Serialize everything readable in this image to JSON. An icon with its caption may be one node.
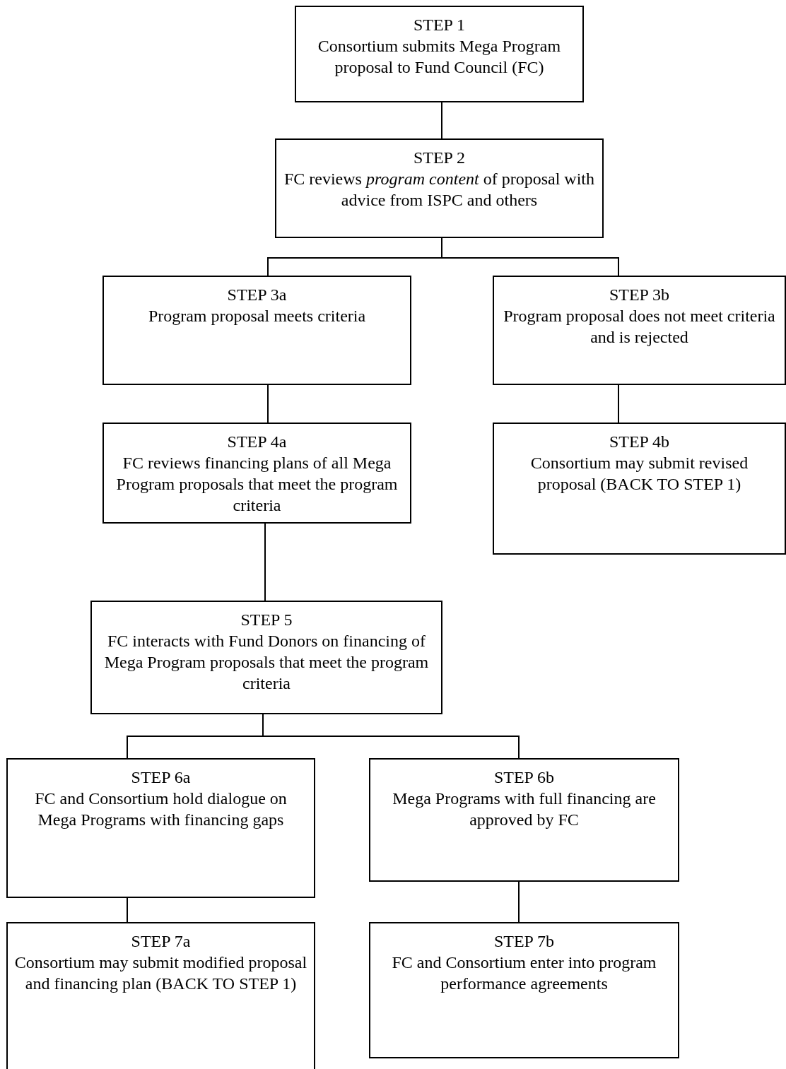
{
  "diagram": {
    "nodes": [
      {
        "text": [
          "STEP 1",
          "Consortium submits Mega Program proposal to Fund Council (FC)"
        ]
      },
      {
        "text": [
          "STEP 2",
          "FC reviews *program content* of proposal with advice from ISPC and others"
        ]
      },
      {
        "text": [
          "STEP 3a",
          "Program proposal meets criteria"
        ]
      },
      {
        "text": [
          "STEP 3b",
          "Program proposal does not meet criteria and is rejected"
        ]
      },
      {
        "text": [
          "STEP 4a",
          "FC reviews financing plans of all Mega Program proposals that meet the program criteria"
        ]
      },
      {
        "text": [
          "STEP 4b",
          "Consortium may submit revised proposal (BACK TO STEP 1)"
        ]
      },
      {
        "text": [
          "STEP 5",
          "FC interacts with Fund Donors on financing of Mega Program proposals that meet the program criteria"
        ]
      },
      {
        "text": [
          "STEP 6a",
          "FC and Consortium hold dialogue on Mega Programs with financing gaps"
        ]
      },
      {
        "text": [
          "STEP 6b",
          "Mega Programs with full financing are approved by FC"
        ]
      },
      {
        "text": [
          "STEP 7a",
          "Consortium may submit modified proposal and financing plan (BACK TO STEP 1)"
        ]
      },
      {
        "text": [
          "STEP 7b",
          "FC and Consortium enter into program performance agreements"
        ]
      }
    ],
    "edges": [
      {
        "from": 0,
        "to": 1,
        "arrow": "none"
      },
      {
        "from": 1,
        "to": 2,
        "arrow": "none"
      },
      {
        "from": 1,
        "to": 3,
        "arrow": "none"
      },
      {
        "from": 2,
        "to": 4,
        "arrow": "none"
      },
      {
        "from": 3,
        "to": 5,
        "arrow": "none"
      },
      {
        "from": 4,
        "to": 6,
        "arrow": "none"
      },
      {
        "from": 6,
        "to": 7,
        "arrow": "none"
      },
      {
        "from": 6,
        "to": 8,
        "arrow": "none"
      },
      {
        "from": 7,
        "to": 9,
        "arrow": "none"
      },
      {
        "from": 8,
        "to": 10,
        "arrow": "none"
      }
    ]
  }
}
